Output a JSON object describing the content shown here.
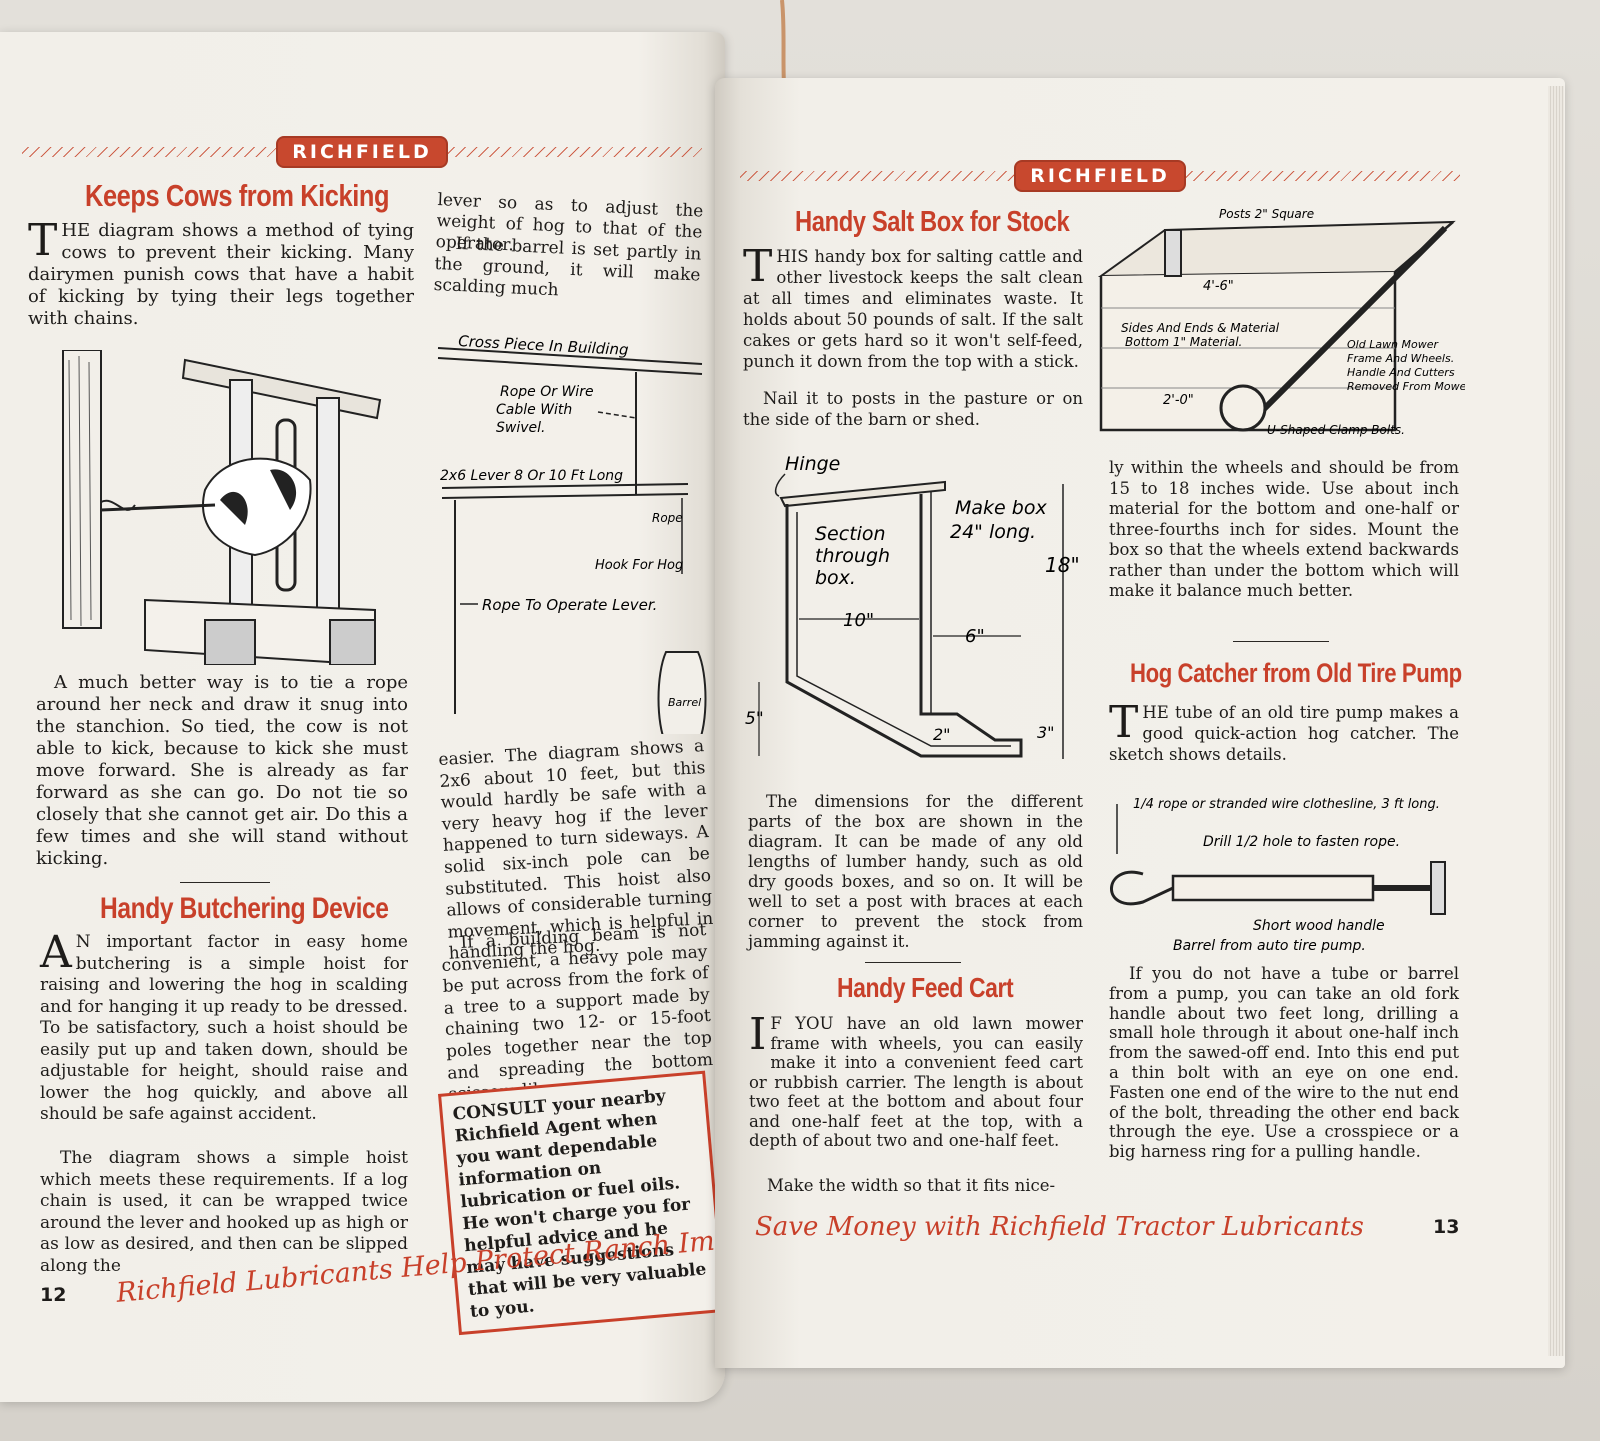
{
  "brand": "RICHFIELD",
  "left_page": {
    "page_number": "12",
    "footer": "Richfield Lubricants Help Protect Ranch Implements",
    "kick": {
      "title": "Keeps Cows from Kicking",
      "p1": "THE diagram shows a method of tying cows to prevent their kicking. Many dairymen punish cows that have a habit of kicking by tying their legs together with chains.",
      "p2": "A much better way is to tie a rope around her neck and draw it snug into the stanchion. So tied, the cow is not able to kick, because to kick she must move forward. She is already as far forward as she can go. Do not tie so closely that she cannot get air. Do this a few times and she will stand without kicking."
    },
    "butcher": {
      "title": "Handy Butchering Device",
      "p1": "AN important factor in easy home butchering is a simple hoist for raising and lowering the hog in scalding and for hanging it up ready to be dressed. To be satisfactory, such a hoist should be easily put up and taken down, should be adjustable for height, should raise and lower the hog quickly, and above all should be safe against accident.",
      "p2": "The diagram shows a simple hoist which meets these requirements. If a log chain is used, it can be wrapped twice around the lever and hooked up as high or as low as desired, and then can be slipped along the"
    },
    "col2": {
      "p1": "lever so as to adjust the weight of hog to that of the operator.",
      "p2": "If the barrel is set partly in the ground, it will make scalding much",
      "p3": "easier. The diagram shows a 2x6 about 10 feet, but this would hardly be safe with a very heavy hog if the lever happened to turn sideways. A solid six-inch pole can be substituted. This hoist also allows of considerable turning movement, which is helpful in handling the hog.",
      "p4": "If a building beam is not convenient, a heavy pole may be put across from the fork of a tree to a support made by chaining two 12- or 15-foot poles together near the top and spreading the bottom scissors-like."
    },
    "hoist_labels": {
      "cross": "Cross Piece In Building",
      "rope_wire": "Rope Or Wire",
      "cable": "Cable With",
      "swivel": "Swivel.",
      "lever": "2x6 Lever 8 Or 10 Ft Long",
      "rope": "Rope",
      "hook": "Hook For Hog",
      "operate": "Rope To Operate Lever.",
      "barrel": "Barrel"
    },
    "consult": "CONSULT your nearby Richfield Agent when you want dependable information on lubrication or fuel oils. He won't charge you for helpful advice and he may have suggestions that will be very valuable to you."
  },
  "right_page": {
    "page_number": "13",
    "footer": "Save Money with Richfield Tractor Lubricants",
    "saltbox": {
      "title": "Handy Salt Box for Stock",
      "p1": "THIS handy box for salting cattle and other livestock keeps the salt clean at all times and eliminates waste. It holds about 50 pounds of salt. If the salt cakes or gets hard so it won't self-feed, punch it down from the top with a stick.",
      "p2": "Nail it to posts in the pasture or on the side of the barn or shed.",
      "p3": "The dimensions for the different parts of the box are shown in the diagram. It can be made of any old lengths of lumber handy, such as old dry goods boxes, and so on. It will be well to set a post with braces at each corner to prevent the stock from jamming against it."
    },
    "box_labels": {
      "hinge": "Hinge",
      "section": "Section",
      "through": "through",
      "box": "box.",
      "make": "Make box",
      "long": "24\" long.",
      "h18": "18\"",
      "w10": "10\"",
      "w6": "6\"",
      "h5": "5\"",
      "w2": "2\"",
      "h3": "3\""
    },
    "cart_labels": {
      "posts": "Posts 2\" Square",
      "len": "4'-6\"",
      "sides": "Sides And Ends & Material",
      "bottom": "Bottom 1\" Material.",
      "mower1": "Old Lawn Mower",
      "mower2": "Frame And Wheels.",
      "mower3": "Handle And Cutters",
      "mower4": "Removed From Mower.",
      "w2": "2'-0\"",
      "clamp": "U-Shaped Clamp Bolts."
    },
    "cart": {
      "title": "Handy Feed Cart",
      "p1": "IF YOU have an old lawn mower frame with wheels, you can easily make it into a convenient feed cart or rubbish carrier. The length is about two feet at the bottom and about four and one-half feet at the top, with a depth of about two and one-half feet.",
      "p2": "Make the width so that it fits nice-",
      "p3": "ly within the wheels and should be from 15 to 18 inches wide. Use about inch material for the bottom and one-half or three-fourths inch for sides. Mount the box so that the wheels extend backwards rather than under the bottom which will make it balance much better."
    },
    "hog": {
      "title": "Hog Catcher from Old Tire Pump",
      "p1": "THE tube of an old tire pump makes a good quick-action hog catcher. The sketch shows details.",
      "p2": "If you do not have a tube or barrel from a pump, you can take an old fork handle about two feet long, drilling a small hole through it about one-half inch from the sawed-off end. Into this end put a thin bolt with an eye on one end. Fasten one end of the wire to the nut end of the bolt, threading the other end back through the eye. Use a crosspiece or a big harness ring for a pulling handle."
    },
    "hog_labels": {
      "rope": "1/4 rope or stranded wire clothesline, 3 ft long.",
      "drill": "Drill 1/2 hole to fasten rope.",
      "handle": "Short wood handle",
      "barrel": "Barrel from auto tire pump."
    }
  }
}
